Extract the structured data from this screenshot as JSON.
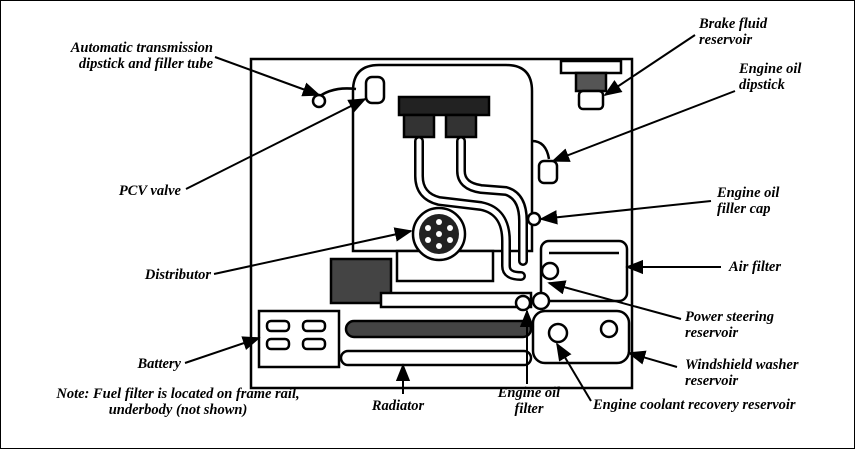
{
  "labels": {
    "auto_trans_dipstick": [
      "Automatic transmission",
      "dipstick and filler tube"
    ],
    "pcv_valve": "PCV valve",
    "distributor": "Distributor",
    "battery": "Battery",
    "note": [
      "Note: Fuel filter is located on frame rail,",
      "underbody (not shown)"
    ],
    "radiator": "Radiator",
    "engine_oil_filter": [
      "Engine oil",
      "filter"
    ],
    "engine_coolant_reservoir": "Engine coolant recovery reservoir",
    "windshield_washer": [
      "Windshield washer",
      "reservoir"
    ],
    "power_steering": [
      "Power steering",
      "reservoir"
    ],
    "air_filter": "Air filter",
    "engine_oil_filler_cap": [
      "Engine oil",
      "filler cap"
    ],
    "engine_oil_dipstick": [
      "Engine oil",
      "dipstick"
    ],
    "brake_fluid": [
      "Brake fluid",
      "reservoir"
    ]
  },
  "colors": {
    "ink": "#000000",
    "paper": "#ffffff"
  }
}
